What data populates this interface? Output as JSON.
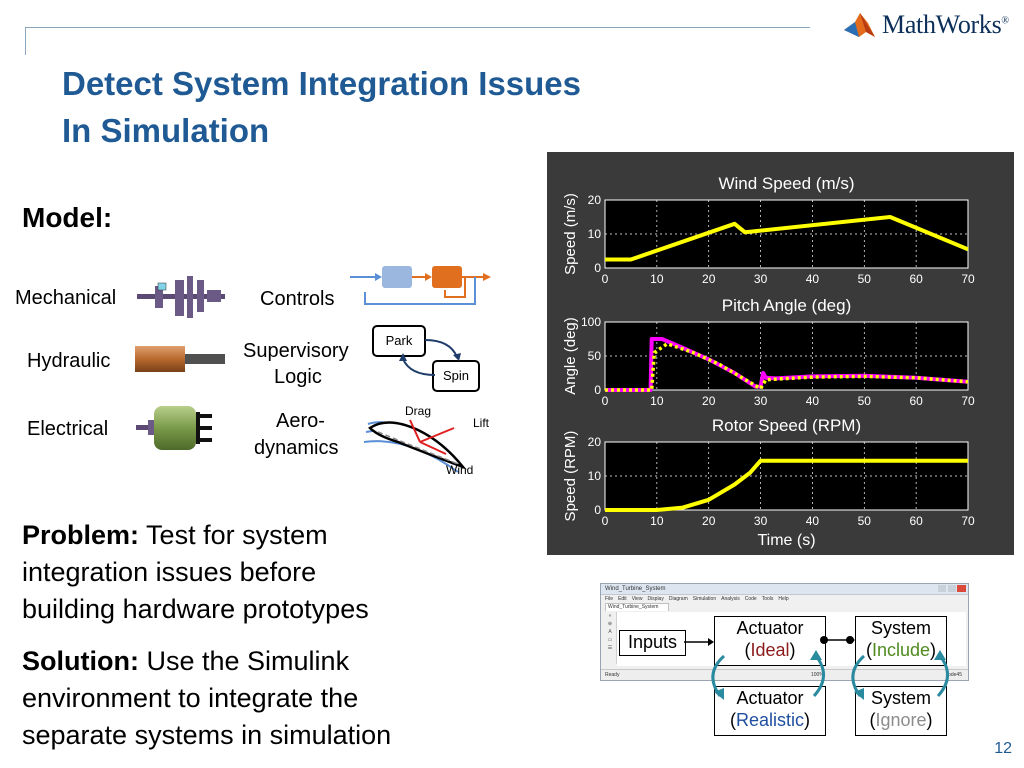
{
  "logo": {
    "text": "MathWorks",
    "mark": "®"
  },
  "title": {
    "line1": "Detect System Integration Issues",
    "line2": "In Simulation"
  },
  "model": {
    "heading": "Model:",
    "mechanical": "Mechanical",
    "hydraulic": "Hydraulic",
    "electrical": "Electrical",
    "controls": "Controls",
    "supervisory_line1": "Supervisory",
    "supervisory_line2": "Logic",
    "aero_line1": "Aero-",
    "aero_line2": "dynamics",
    "state_park": "Park",
    "state_spin": "Spin",
    "force_drag": "Drag",
    "force_lift": "Lift",
    "force_wind": "Wind"
  },
  "problem": {
    "label": "Problem:",
    "line1_rest": "Test for system",
    "line2": "integration issues before",
    "line3": "building hardware prototypes"
  },
  "solution": {
    "label": "Solution:",
    "line1_rest": "Use the Simulink",
    "line2": "environment to integrate the",
    "line3": "separate systems in simulation"
  },
  "simulink": {
    "window_title": "Wind_Turbine_System",
    "menu": [
      "File",
      "Edit",
      "View",
      "Display",
      "Diagram",
      "Simulation",
      "Analysis",
      "Code",
      "Tools",
      "Help"
    ],
    "tab": "Wind_Turbine_System",
    "status_left": "Ready",
    "status_zoom": "100%",
    "status_right": "ode45",
    "inputs": "Inputs",
    "actuator": "Actuator",
    "system": "System",
    "ideal": "Ideal",
    "realistic": "Realistic",
    "include": "Include",
    "ignore": "Ignore"
  },
  "page_number": "12",
  "colors": {
    "title": "#1f5a94",
    "chart_bg": "#000000",
    "panel_bg": "#3a3a3a",
    "sim_line": "#ffff00",
    "ref_line": "#ff00ff",
    "ideal": "#8b1a1a",
    "realistic": "#1f4fa0",
    "include": "#4e8a1e",
    "ignore": "#8c8c8c"
  },
  "chart_data": [
    {
      "type": "line",
      "title": "Wind Speed (m/s)",
      "xlabel": "",
      "ylabel": "Speed (m/s)",
      "xlim": [
        0,
        70
      ],
      "ylim": [
        0,
        20
      ],
      "xticks": [
        0,
        10,
        20,
        30,
        40,
        50,
        60,
        70
      ],
      "yticks": [
        0,
        10,
        20
      ],
      "grid": true,
      "series": [
        {
          "color": "#ffff00",
          "style": "solid",
          "x": [
            0,
            5,
            25,
            27,
            55,
            70
          ],
          "y": [
            2.5,
            2.5,
            13,
            10.5,
            15,
            5.5
          ]
        }
      ]
    },
    {
      "type": "line",
      "title": "Pitch Angle (deg)",
      "xlabel": "",
      "ylabel": "Angle (deg)",
      "xlim": [
        0,
        70
      ],
      "ylim": [
        0,
        100
      ],
      "xticks": [
        0,
        10,
        20,
        30,
        40,
        50,
        60,
        70
      ],
      "yticks": [
        0,
        50,
        100
      ],
      "grid": true,
      "series": [
        {
          "color": "#ff00ff",
          "style": "solid",
          "x": [
            0,
            8.8,
            9,
            11,
            15,
            20,
            25,
            29,
            30,
            30.5,
            31,
            33,
            40,
            50,
            60,
            70
          ],
          "y": [
            0,
            0,
            75,
            75,
            62,
            45,
            25,
            5,
            5,
            25,
            18,
            17,
            20,
            21,
            18,
            12
          ]
        },
        {
          "color": "#ffff00",
          "style": "dotted",
          "x": [
            0,
            9,
            9.5,
            12,
            17,
            22,
            26,
            30,
            31,
            33,
            40,
            50,
            60,
            70
          ],
          "y": [
            0,
            0,
            55,
            68,
            55,
            38,
            20,
            2,
            15,
            16,
            19,
            20,
            18,
            12
          ]
        }
      ]
    },
    {
      "type": "line",
      "title": "Rotor Speed (RPM)",
      "xlabel": "Time (s)",
      "ylabel": "Speed (RPM)",
      "xlim": [
        0,
        70
      ],
      "ylim": [
        0,
        20
      ],
      "xticks": [
        0,
        10,
        20,
        30,
        40,
        50,
        60,
        70
      ],
      "yticks": [
        0,
        10,
        20
      ],
      "grid": true,
      "series": [
        {
          "color": "#ffff00",
          "style": "solid",
          "x": [
            0,
            10,
            15,
            20,
            25,
            28,
            30,
            31,
            70
          ],
          "y": [
            0,
            0,
            0.7,
            3,
            7.5,
            11,
            14.5,
            14.5,
            14.5
          ]
        }
      ]
    }
  ]
}
